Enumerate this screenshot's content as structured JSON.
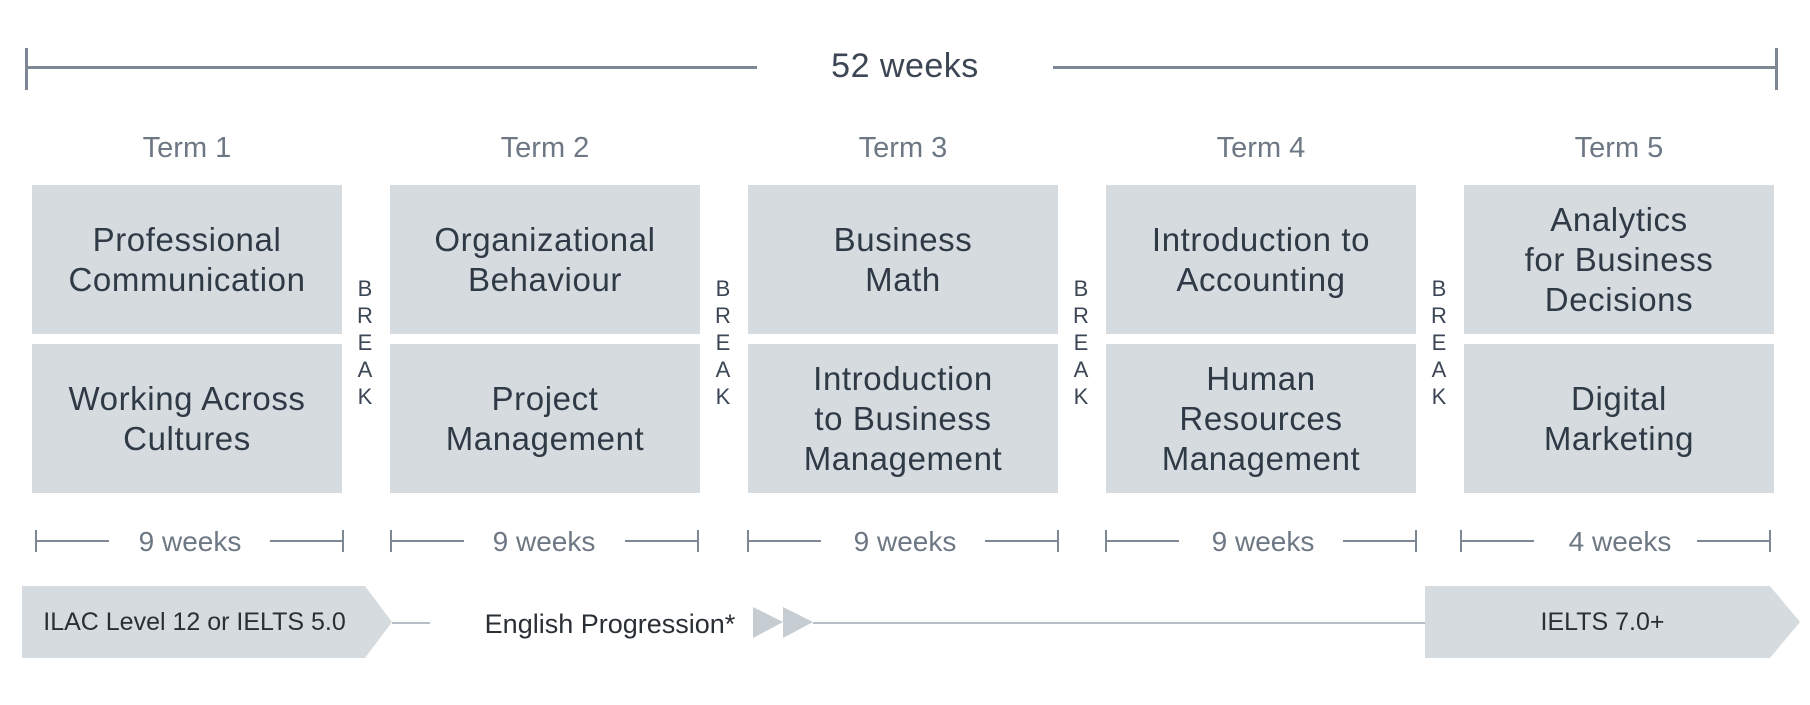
{
  "span": {
    "label": "52 weeks"
  },
  "terms": [
    {
      "label": "Term 1",
      "courses": [
        "Professional\nCommunication",
        "Working Across\nCultures"
      ],
      "duration": "9 weeks"
    },
    {
      "label": "Term 2",
      "courses": [
        "Organizational\nBehaviour",
        "Project\nManagement"
      ],
      "duration": "9 weeks"
    },
    {
      "label": "Term 3",
      "courses": [
        "Business\nMath",
        "Introduction\nto Business\nManagement"
      ],
      "duration": "9 weeks"
    },
    {
      "label": "Term 4",
      "courses": [
        "Introduction to\nAccounting",
        "Human\nResources\nManagement"
      ],
      "duration": "9 weeks"
    },
    {
      "label": "Term 5",
      "courses": [
        "Analytics\nfor Business\nDecisions",
        "Digital\nMarketing"
      ],
      "duration": "4 weeks"
    }
  ],
  "break_letters": [
    "B",
    "R",
    "E",
    "A",
    "K"
  ],
  "progression": {
    "start": "ILAC Level 12 or IELTS 5.0",
    "middle": "English Progression*",
    "end": "IELTS 7.0+"
  },
  "colors": {
    "box_fill": "#d6dbdf",
    "line": "#7d8894",
    "tag_fill": "#d6dbdf"
  }
}
